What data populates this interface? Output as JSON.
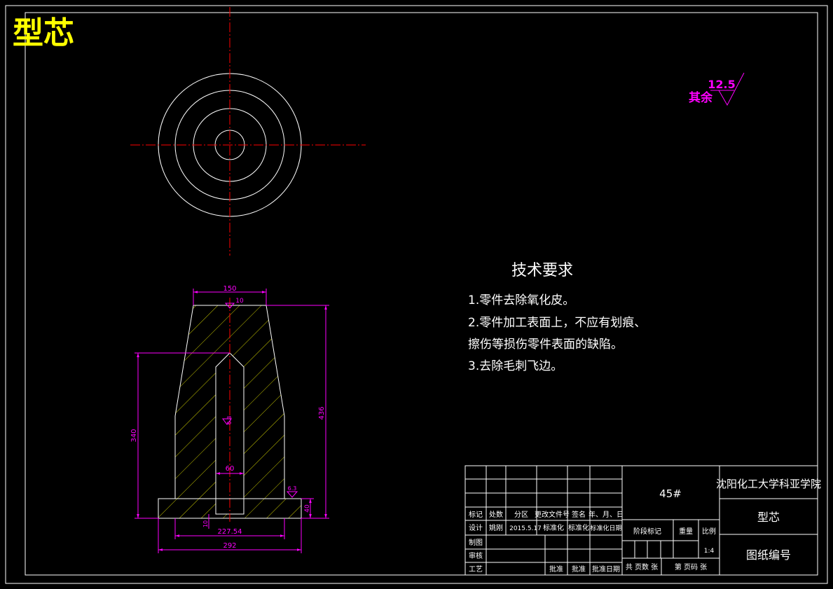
{
  "title": "型芯",
  "roughness": {
    "label": "其余",
    "value": "12.5"
  },
  "tech": {
    "heading": "技术要求",
    "lines": [
      "1.零件去除氧化皮。",
      "2.零件加工表面上，不应有划痕、",
      "擦伤等损伤零件表面的缺陷。",
      "3.去除毛刺飞边。"
    ]
  },
  "dims": {
    "top_width": "150",
    "top_small": "10",
    "height_total": "436",
    "height_body": "340",
    "hole_width": "60",
    "base_height": "40",
    "base_inner": "227.54",
    "base_outer": "292",
    "small_left": "10",
    "hole_rough": "6.3",
    "base_rough": "6.3"
  },
  "titleblock": {
    "material": "45#",
    "school": "沈阳化工大学科亚学院",
    "part_name": "型芯",
    "drawing_no": "图纸编号",
    "headers": [
      "标记",
      "处数",
      "分区",
      "更改文件号",
      "签名",
      "年、月、日"
    ],
    "row_design": [
      "设计",
      "姚刚",
      "2015.5.17",
      "标准化",
      "标准化",
      "标准化日期"
    ],
    "row_draw": "制图",
    "row_check": "审核",
    "row_process": "工艺",
    "approve": [
      "批准",
      "批准",
      "批准日期"
    ],
    "stage": "阶段标记",
    "weight": "重量",
    "scale_label": "比例",
    "scale": "1:4",
    "sheets": "共 页数 张",
    "sheet_no": "第 页码 张"
  }
}
